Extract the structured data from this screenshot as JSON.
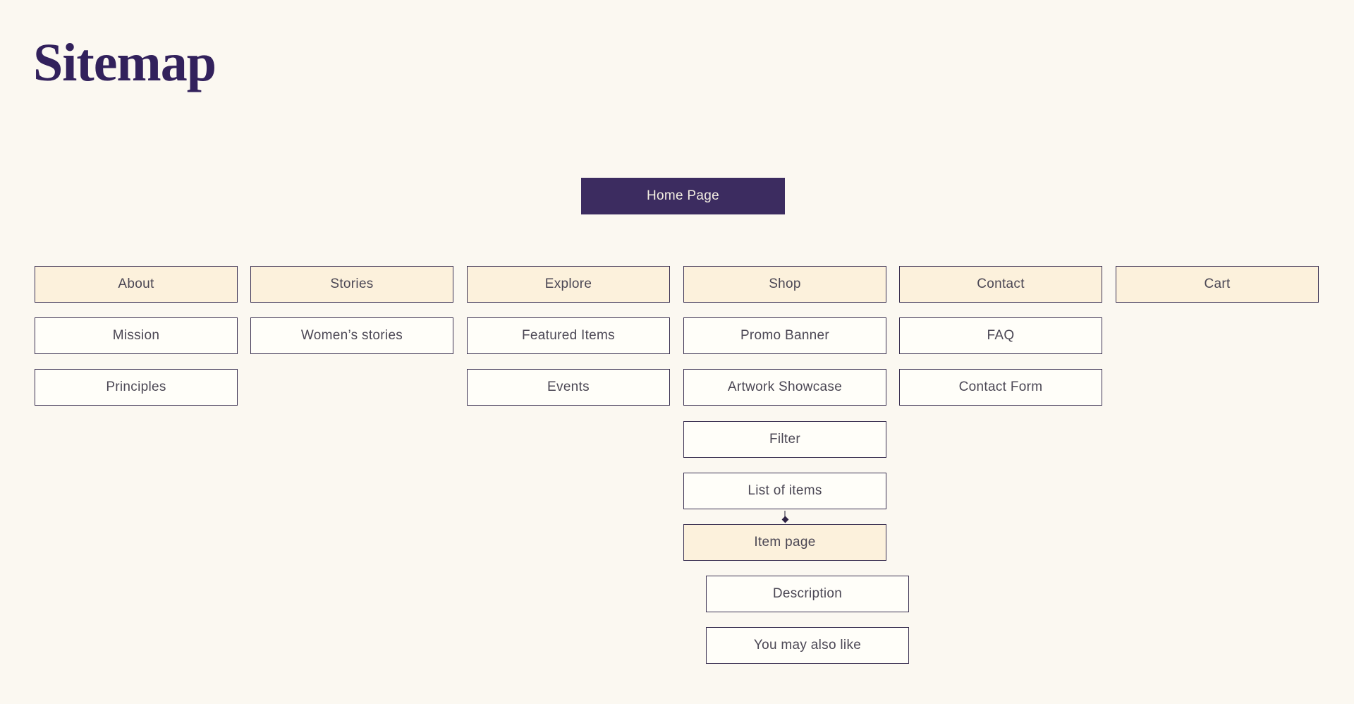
{
  "page": {
    "title": "Sitemap"
  },
  "colors": {
    "background": "#fbf8f1",
    "accent_purple": "#3c2c60",
    "box_cream": "#fcf1dc",
    "box_white": "#fffef9",
    "box_border": "#3b3152",
    "box_text": "#4b4754",
    "primary_text": "#f4efe2",
    "title_text": "#32215c",
    "arrow_line": "#8d8a92",
    "arrow_head": "#2e2344"
  },
  "root": {
    "label": "Home Page"
  },
  "columns": [
    {
      "top": "About",
      "children": [
        "Mission",
        "Principles"
      ]
    },
    {
      "top": "Stories",
      "children": [
        "Women’s stories"
      ]
    },
    {
      "top": "Explore",
      "children": [
        "Featured Items",
        "Events"
      ]
    },
    {
      "top": "Shop",
      "children": [
        "Promo Banner",
        "Artwork Showcase",
        "Filter",
        "List of items"
      ],
      "detail": {
        "label": "Item page",
        "sub": [
          "Description",
          "You may also like"
        ]
      }
    },
    {
      "top": "Contact",
      "children": [
        "FAQ",
        "Contact Form"
      ]
    },
    {
      "top": "Cart",
      "children": []
    }
  ]
}
